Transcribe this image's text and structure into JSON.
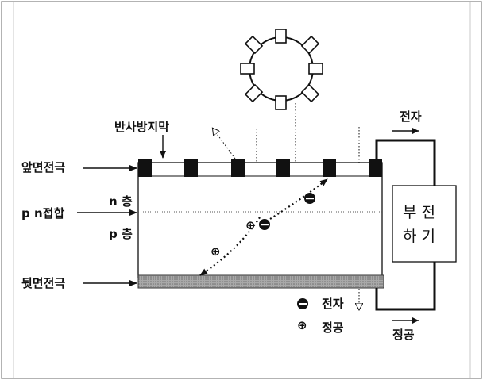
{
  "labels": {
    "anti_reflection": "반사방지막",
    "front_electrode": "앞면전극",
    "n_layer": "n 층",
    "pn_junction": "p n접합",
    "p_layer": "p 층",
    "back_electrode": "뒷면전극",
    "electron_top": "전자",
    "hole_bottom": "정공",
    "load_line1": "부 전",
    "load_line2": "하 기",
    "legend_electron": "전자",
    "legend_hole": "정공"
  },
  "glyphs": {
    "electron_symbol": "⊖",
    "hole_symbol": "⊕"
  },
  "colors": {
    "electrode": "#111111",
    "back_electrode_fill": "#9a9a9a",
    "line": "#111111",
    "frame": "#9a9a9a"
  }
}
